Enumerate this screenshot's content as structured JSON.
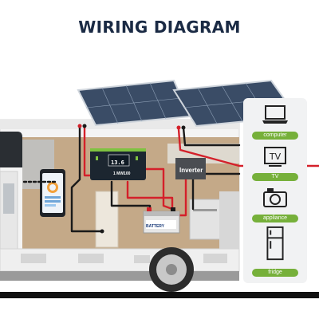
{
  "title": "WIRING DIAGRAM",
  "controller": {
    "model": "1 MW100",
    "display": "13.6",
    "screen_color": "#1c2630",
    "accent": "#7fc241"
  },
  "inverter": {
    "label": "Inverter"
  },
  "battery": {
    "label": "BATTERY"
  },
  "appliances": [
    {
      "label": "computer",
      "icon": "laptop-icon"
    },
    {
      "label": "TV",
      "icon": "tv-icon",
      "icon_text": "TV"
    },
    {
      "label": "appliance",
      "icon": "camera-icon"
    },
    {
      "label": "fridge",
      "icon": "fridge-icon"
    }
  ],
  "colors": {
    "title": "#1a2a44",
    "label_bg": "#76b03a",
    "wire_red": "#d4202a",
    "wire_black": "#1a1a1a",
    "panel_blue": "#3a4c66"
  }
}
